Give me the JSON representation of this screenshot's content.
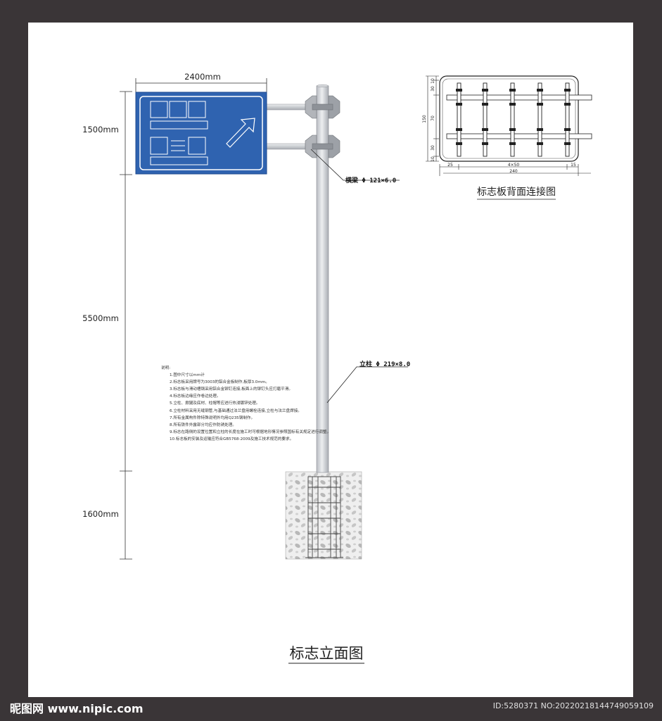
{
  "dimensions": {
    "width": "2400mm",
    "h_sign": "1500mm",
    "h_pole": "5500mm",
    "h_foundation": "1600mm"
  },
  "callouts": {
    "crossbeam": "横梁 Φ 121×6.0",
    "column": "立柱 Φ 219×8.0"
  },
  "notes": {
    "heading": "说明:",
    "items": [
      "1.图中尺寸以mm计",
      "2.标志板采用牌号为3003的铝合金板制作,板厚3.0mm。",
      "3.标志板与滑动槽钢采用铝合金铆钉连接,板面上的铆钉头应打磨平滑。",
      "4.标志板边缘应作卷边处理。",
      "5.立柱、掀腿及底材、柱帽等应进行热浸镀锌处理。",
      "6.立柱材料采用无缝钢管,与基础通过法兰盘用螺栓连接,立柱与法兰盘焊接。",
      "7.所有金属构件除特殊说明外均用Q235钢制作。",
      "8.所有铁件外露部分均应作防锈处理。",
      "9.标志在路侧的设置位置和立柱的长度在施工时可根据地形情况参照国标有关规定进行调整。",
      "10.标志板的安装及运输应符合GB5768-2009及施工技术规范的要求。"
    ]
  },
  "back_view": {
    "title": "标志板背面连接图",
    "dims": {
      "top": "10",
      "a": "30",
      "total": "150",
      "mid": "70",
      "b": "30",
      "bottom": "10",
      "left": "25",
      "spacing": "4×50",
      "right": "15",
      "width": "240"
    }
  },
  "main_title": "标志立面图",
  "footer": {
    "logo": "昵图网 www.nipic.com",
    "id": "ID:5280371 NO:20220218144749059109"
  },
  "colors": {
    "sign_blue": "#2f63b0",
    "pole_gray": "#d2d4d8",
    "frame": "#3a3537"
  }
}
